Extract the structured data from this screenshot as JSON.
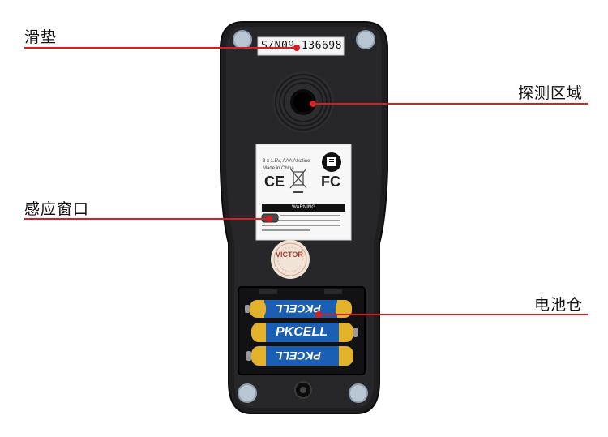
{
  "callouts": {
    "feet": "滑垫",
    "detection_area": "探测区域",
    "sensor_window": "感应窗口",
    "battery_compartment": "电池仓"
  },
  "device": {
    "serial_number": "S/N09-136698",
    "label": {
      "battery_spec": "3 x 1.5V, AAA Alkaline",
      "made_in": "Made in China",
      "ce": "CE",
      "fcc": "FC",
      "warning": "WARNING"
    },
    "sticker_brand": "VICTOR",
    "batteries": [
      {
        "brand": "PKCELL",
        "orientation": "reversed"
      },
      {
        "brand": "PKCELL",
        "orientation": "normal"
      },
      {
        "brand": "PKCELL",
        "orientation": "reversed"
      }
    ]
  },
  "colors": {
    "accent_line": "#d81e1e",
    "device_body": "#1e1e20",
    "battery_blue": "#1b5fb4",
    "battery_gold": "#e3b22a"
  }
}
